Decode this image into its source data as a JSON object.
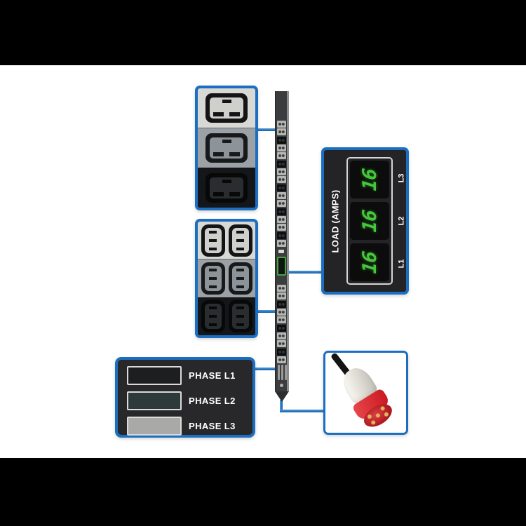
{
  "colors": {
    "accent_blue": "#1c6fc0",
    "digit_green": "#46c63c",
    "letterbox": "#000000",
    "background": "#ffffff"
  },
  "meter": {
    "label": "LOAD (AMPS)",
    "readings": [
      {
        "phase": "L3",
        "value": "16"
      },
      {
        "phase": "L2",
        "value": "16"
      },
      {
        "phase": "L1",
        "value": "16"
      }
    ]
  },
  "legend": {
    "items": [
      {
        "label": "PHASE L1",
        "swatch": "#1d1e20"
      },
      {
        "label": "PHASE L2",
        "swatch": "#2d393b"
      },
      {
        "label": "PHASE L3",
        "swatch": "#a9a9a7"
      }
    ]
  },
  "strip": {
    "upper_modules": [
      "L",
      "L",
      "D",
      "L",
      "L",
      "D",
      "L",
      "L",
      "D",
      "L",
      "L",
      "D",
      "L",
      "L",
      "D",
      "L"
    ],
    "lower_modules": [
      "L",
      "L",
      "D",
      "L",
      "L",
      "D",
      "L",
      "L",
      "D",
      "L"
    ]
  }
}
